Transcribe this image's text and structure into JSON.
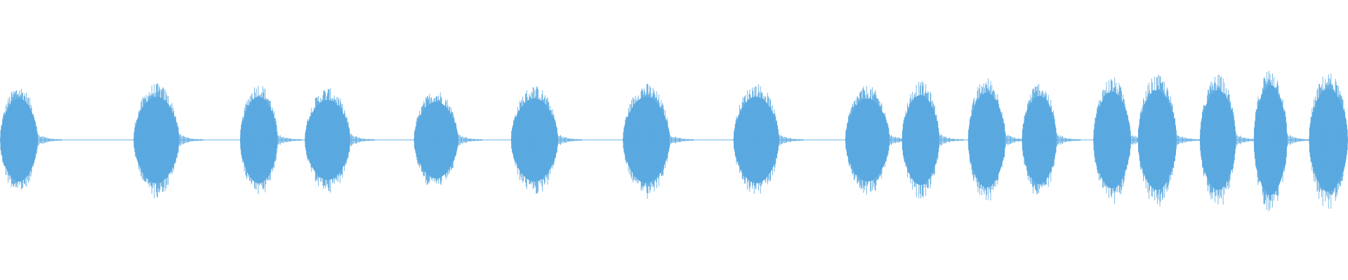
{
  "waveform": {
    "color": "#5aa9e0",
    "background": "#ffffff",
    "duration_units": 1000,
    "amplitude_max": 1.0,
    "noise_floor": 0.006,
    "bursts": [
      {
        "start": 0,
        "end": 28,
        "amplitude": 0.5
      },
      {
        "start": 99,
        "end": 133,
        "amplitude": 0.52
      },
      {
        "start": 178,
        "end": 206,
        "amplitude": 0.52
      },
      {
        "start": 226,
        "end": 260,
        "amplitude": 0.48
      },
      {
        "start": 307,
        "end": 340,
        "amplitude": 0.46
      },
      {
        "start": 379,
        "end": 414,
        "amplitude": 0.5
      },
      {
        "start": 462,
        "end": 497,
        "amplitude": 0.52
      },
      {
        "start": 544,
        "end": 578,
        "amplitude": 0.52
      },
      {
        "start": 627,
        "end": 660,
        "amplitude": 0.5
      },
      {
        "start": 669,
        "end": 697,
        "amplitude": 0.54
      },
      {
        "start": 718,
        "end": 746,
        "amplitude": 0.57
      },
      {
        "start": 758,
        "end": 784,
        "amplitude": 0.53
      },
      {
        "start": 811,
        "end": 839,
        "amplitude": 0.58
      },
      {
        "start": 844,
        "end": 873,
        "amplitude": 0.6
      },
      {
        "start": 890,
        "end": 917,
        "amplitude": 0.6
      },
      {
        "start": 930,
        "end": 955,
        "amplitude": 0.66
      },
      {
        "start": 971,
        "end": 1000,
        "amplitude": 0.62
      }
    ]
  }
}
